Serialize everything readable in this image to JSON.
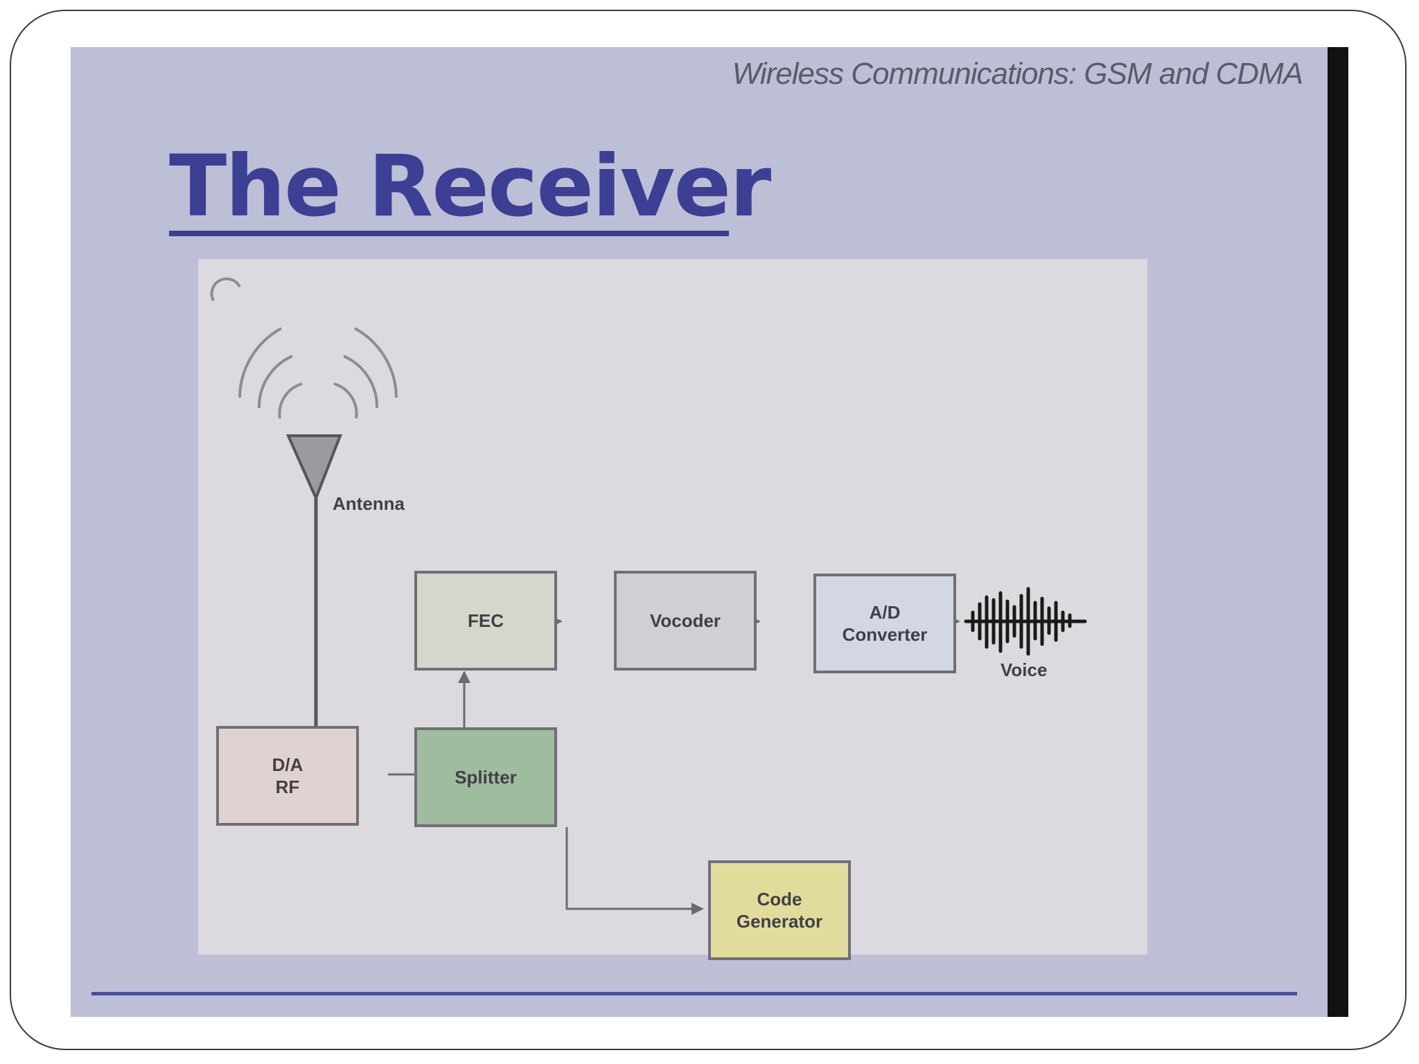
{
  "header": {
    "course": "Wireless Communications: GSM and CDMA"
  },
  "slide": {
    "title": "The Receiver"
  },
  "diagram": {
    "antenna_label": "Antenna",
    "voice_label": "Voice",
    "blocks": {
      "fec": [
        "FEC"
      ],
      "vocoder": [
        "Vocoder"
      ],
      "ad_converter": [
        "A/D",
        "Converter"
      ],
      "da_rf": [
        "D/A",
        "RF"
      ],
      "splitter": [
        "Splitter"
      ],
      "code_generator": [
        "Code",
        "Generator"
      ]
    },
    "colors": {
      "title": "#3d3f94",
      "slide_bg": "#bcbfd6",
      "panel_bg": "#dcd9df",
      "fec_fill": "#d6d6cc",
      "vocoder_fill": "#cfcfd6",
      "ad_fill": "#d3d7e3",
      "da_fill": "#e1d2d2",
      "splitter_fill": "#9fbc9e",
      "code_gen_fill": "#e2dc9c"
    }
  }
}
